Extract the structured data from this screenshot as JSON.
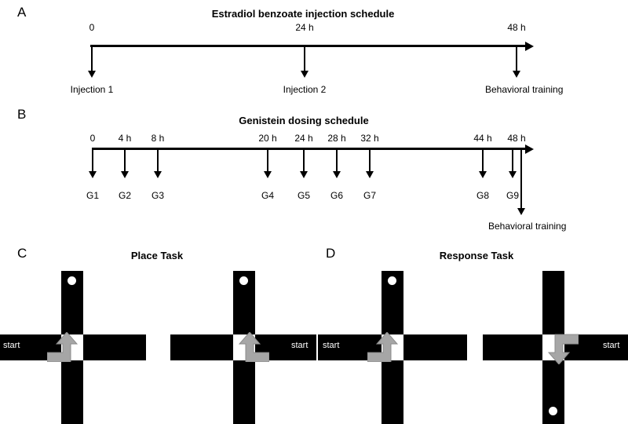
{
  "figure": {
    "panels": [
      {
        "id": "A",
        "letter": "A",
        "title": "Estradiol benzoate injection schedule",
        "type": "timeline",
        "ticks": [
          "0",
          "24 h",
          "48 h"
        ],
        "events": [
          "Injection 1",
          "Injection 2",
          "Behavioral training"
        ]
      },
      {
        "id": "B",
        "letter": "B",
        "title": "Genistein dosing schedule",
        "type": "timeline",
        "ticks": [
          "0",
          "4 h",
          "8 h",
          "20 h",
          "24 h",
          "28 h",
          "32 h",
          "44 h",
          "48 h"
        ],
        "doses": [
          "G1",
          "G2",
          "G3",
          "G4",
          "G5",
          "G6",
          "G7",
          "G8",
          "G9"
        ],
        "final_event": "Behavioral training"
      },
      {
        "id": "C",
        "letter": "C",
        "title": "Place Task",
        "type": "maze-pair",
        "mazes": [
          {
            "start_label": "start",
            "start_side": "left",
            "reward_arm": "north",
            "turn": "left-to-up"
          },
          {
            "start_label": "start",
            "start_side": "right",
            "reward_arm": "north",
            "turn": "right-to-up"
          }
        ]
      },
      {
        "id": "D",
        "letter": "D",
        "title": "Response Task",
        "type": "maze-pair",
        "mazes": [
          {
            "start_label": "start",
            "start_side": "left",
            "reward_arm": "north",
            "turn": "left-to-up"
          },
          {
            "start_label": "start",
            "start_side": "right",
            "reward_arm": "south",
            "turn": "right-to-down"
          }
        ]
      }
    ]
  },
  "colors": {
    "maze_arm": "#000000",
    "maze_hub": "#ffffff",
    "pellet": "#ffffff",
    "arrow": "#a6a6a6",
    "arrow_edge": "#8c8c8c",
    "text": "#000000",
    "background": "#ffffff"
  }
}
